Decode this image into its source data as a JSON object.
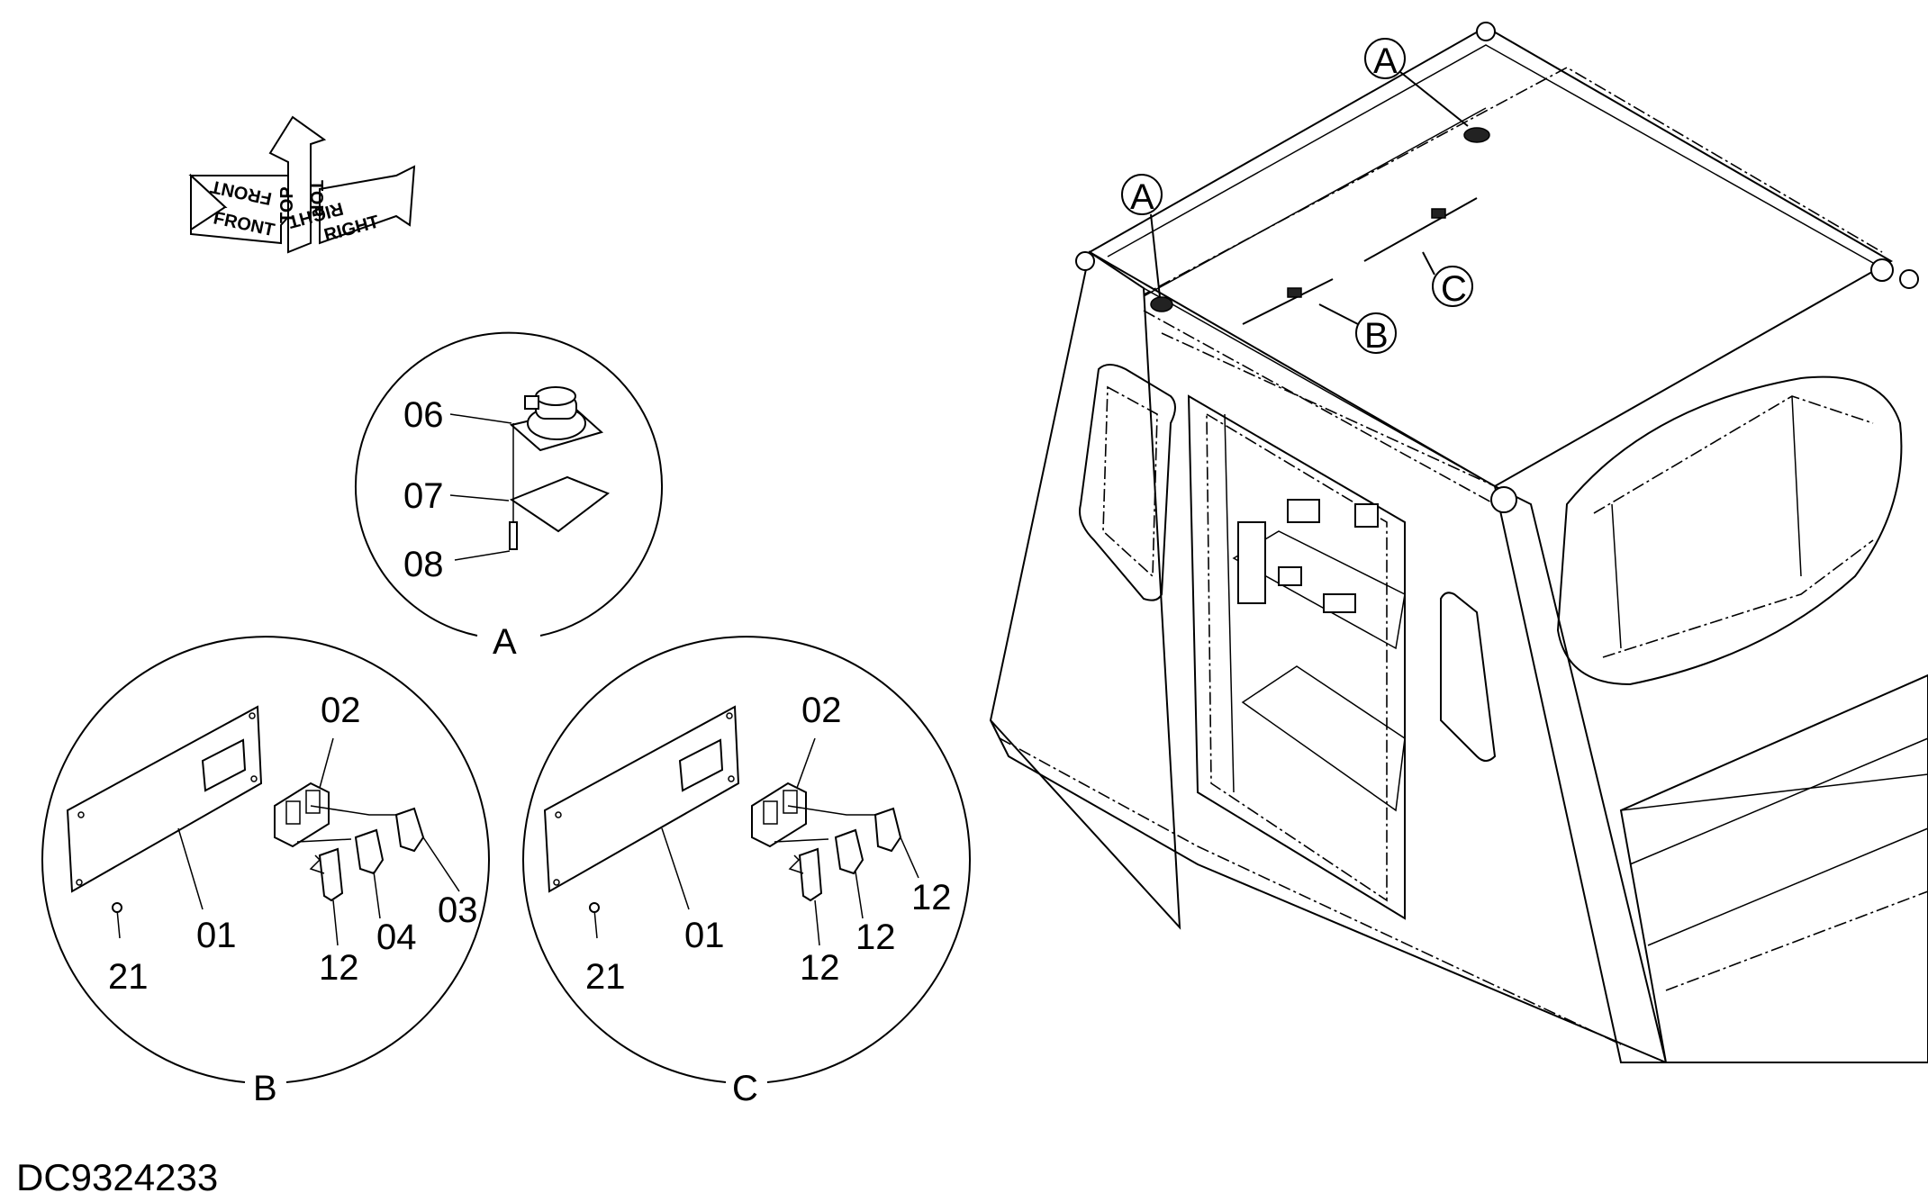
{
  "orientation": {
    "labels": {
      "front": "FRONT",
      "top": "TOP",
      "right": "RIGHT"
    }
  },
  "detail_a": {
    "letter": "A",
    "callouts": [
      "06",
      "07",
      "08"
    ]
  },
  "detail_b": {
    "letter": "B",
    "callouts": [
      "02",
      "03",
      "04",
      "12",
      "01",
      "21"
    ]
  },
  "detail_c": {
    "letter": "C",
    "callouts": [
      "02",
      "12",
      "12",
      "12",
      "01",
      "21"
    ]
  },
  "cab_view": {
    "markers": [
      "A",
      "A",
      "B",
      "C"
    ]
  },
  "drawing_number": "DC9324233"
}
